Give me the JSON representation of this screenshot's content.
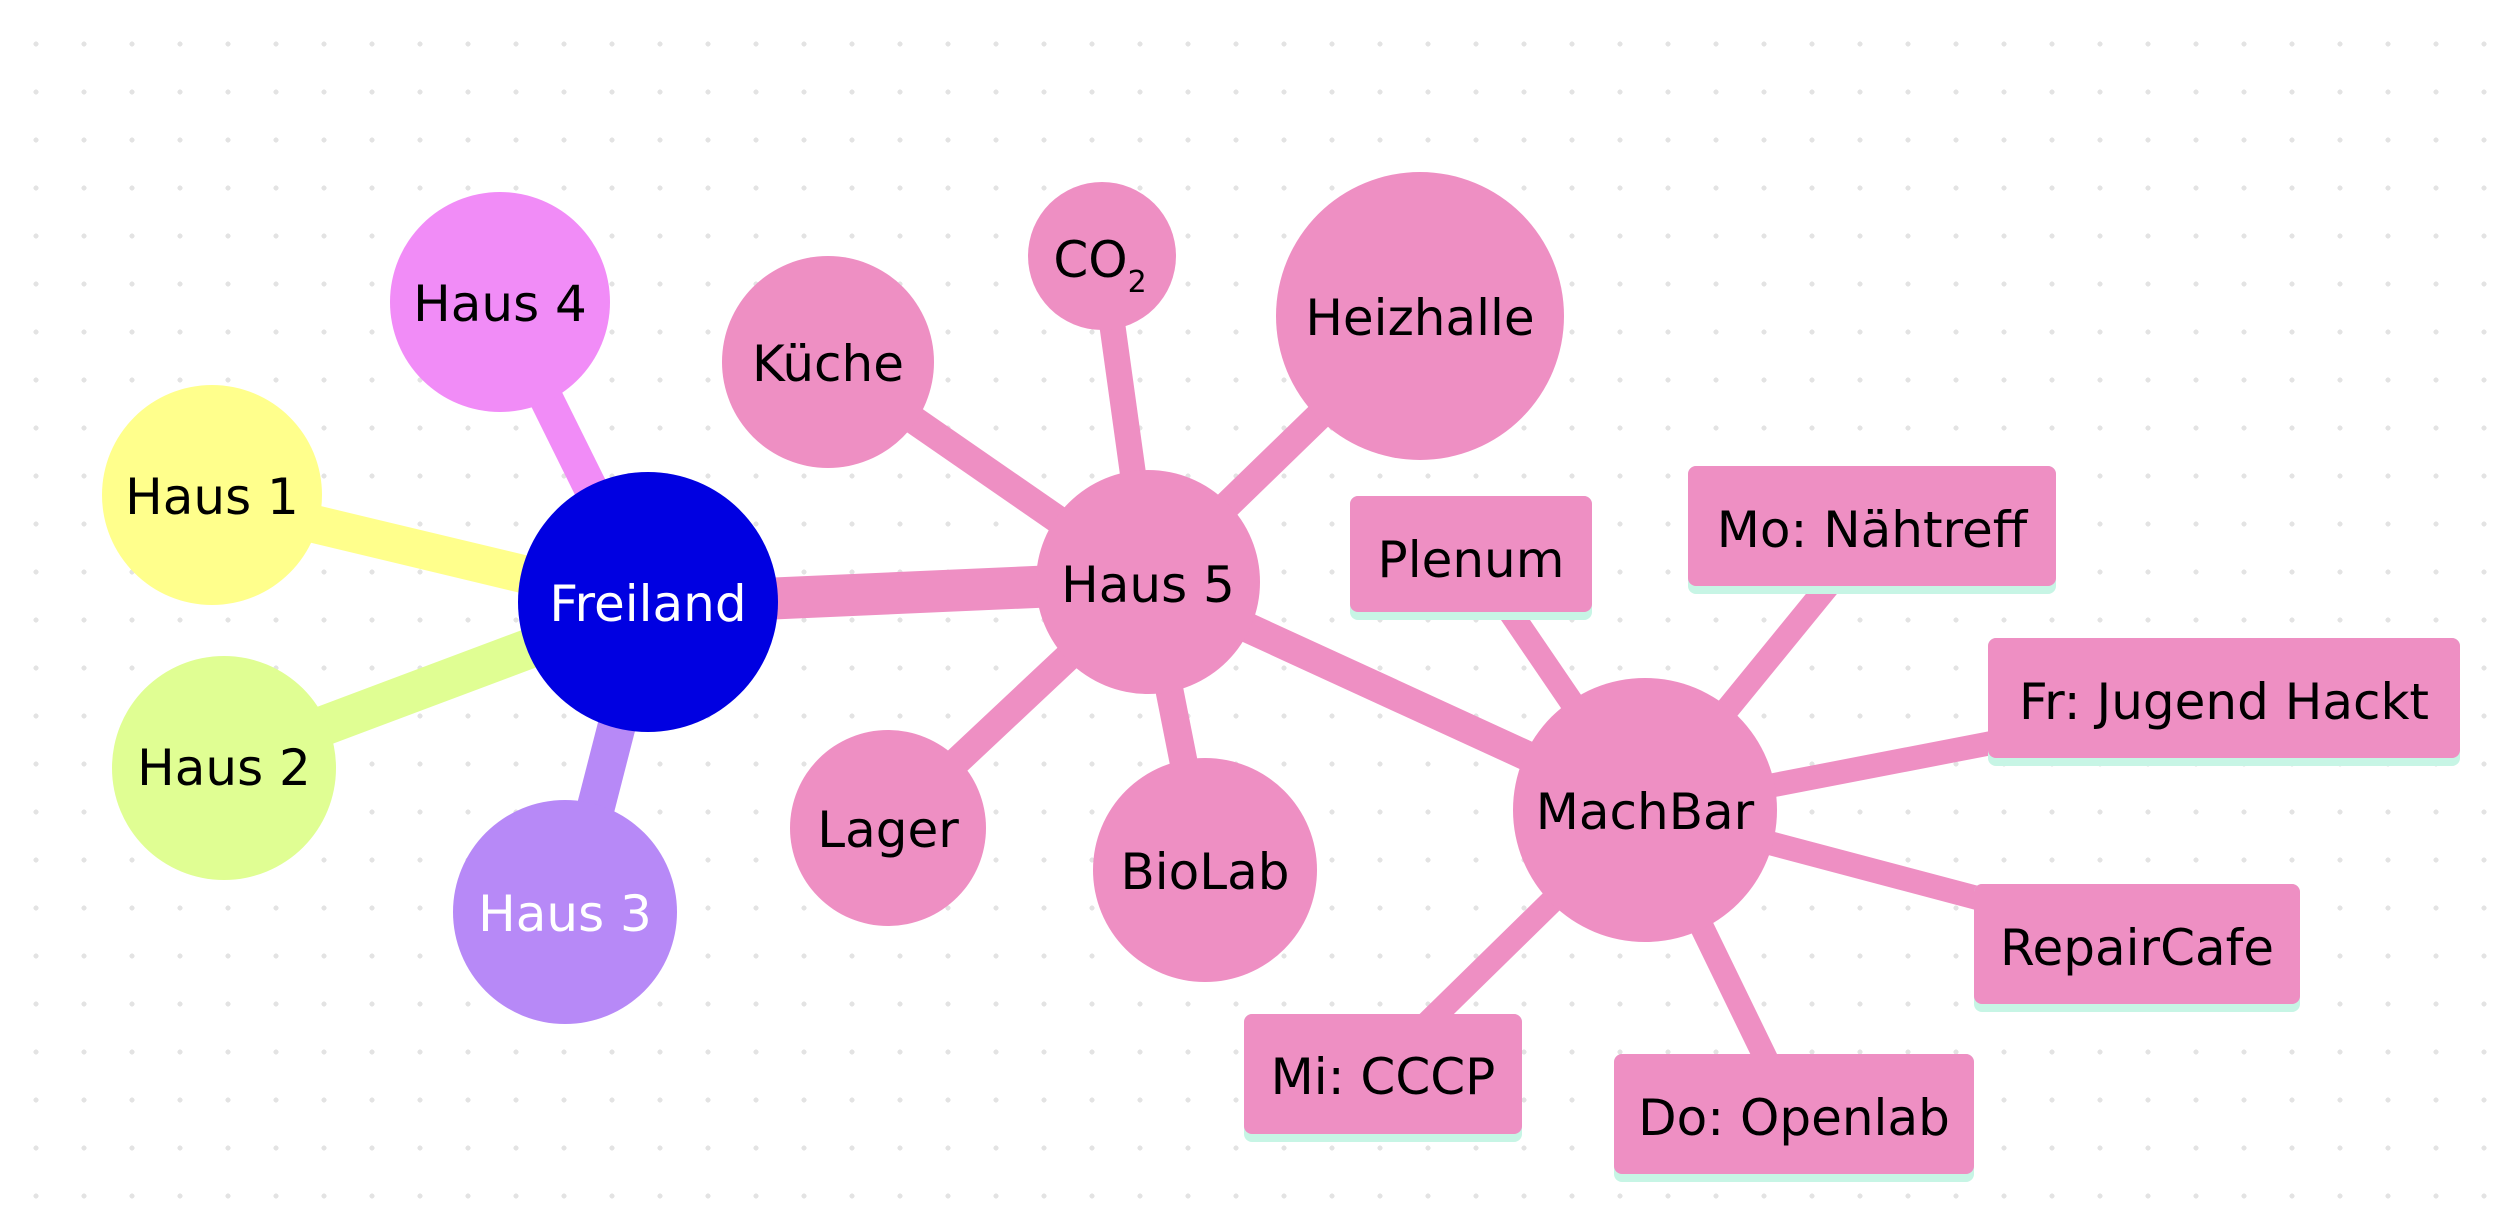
{
  "nodes": {
    "freiland": {
      "label": "Freiland",
      "fill": "#0000e1",
      "text_color": "#ffffff"
    },
    "haus1": {
      "label": "Haus 1",
      "fill": "#ffff8c",
      "text_color": "#000000"
    },
    "haus2": {
      "label": "Haus 2",
      "fill": "#e0fe93",
      "text_color": "#000000"
    },
    "haus3": {
      "label": "Haus 3",
      "fill": "#b789f7",
      "text_color": "#ffffff"
    },
    "haus4": {
      "label": "Haus 4",
      "fill": "#f18cf7",
      "text_color": "#000000"
    },
    "haus5": {
      "label": "Haus 5",
      "fill": "#ee8fc3",
      "text_color": "#000000"
    },
    "kueche": {
      "label": "Küche"
    },
    "co2": {
      "label": "CO",
      "sub": "2"
    },
    "heizhalle": {
      "label": "Heizhalle"
    },
    "lager": {
      "label": "Lager"
    },
    "biolab": {
      "label": "BioLab"
    },
    "machbar": {
      "label": "MachBar"
    },
    "plenum": {
      "label": "Plenum"
    },
    "mo": {
      "label": "Mo: Nähtreff"
    },
    "fr": {
      "label": "Fr: Jugend Hackt"
    },
    "repaircafe": {
      "label": "RepairCafe"
    },
    "do": {
      "label": "Do: Openlab"
    },
    "mi": {
      "label": "Mi: CCCP"
    }
  },
  "colors": {
    "pink": "#ee8fc3",
    "box_underline": "#c7f5e5",
    "dots": "#e3e3e3"
  }
}
